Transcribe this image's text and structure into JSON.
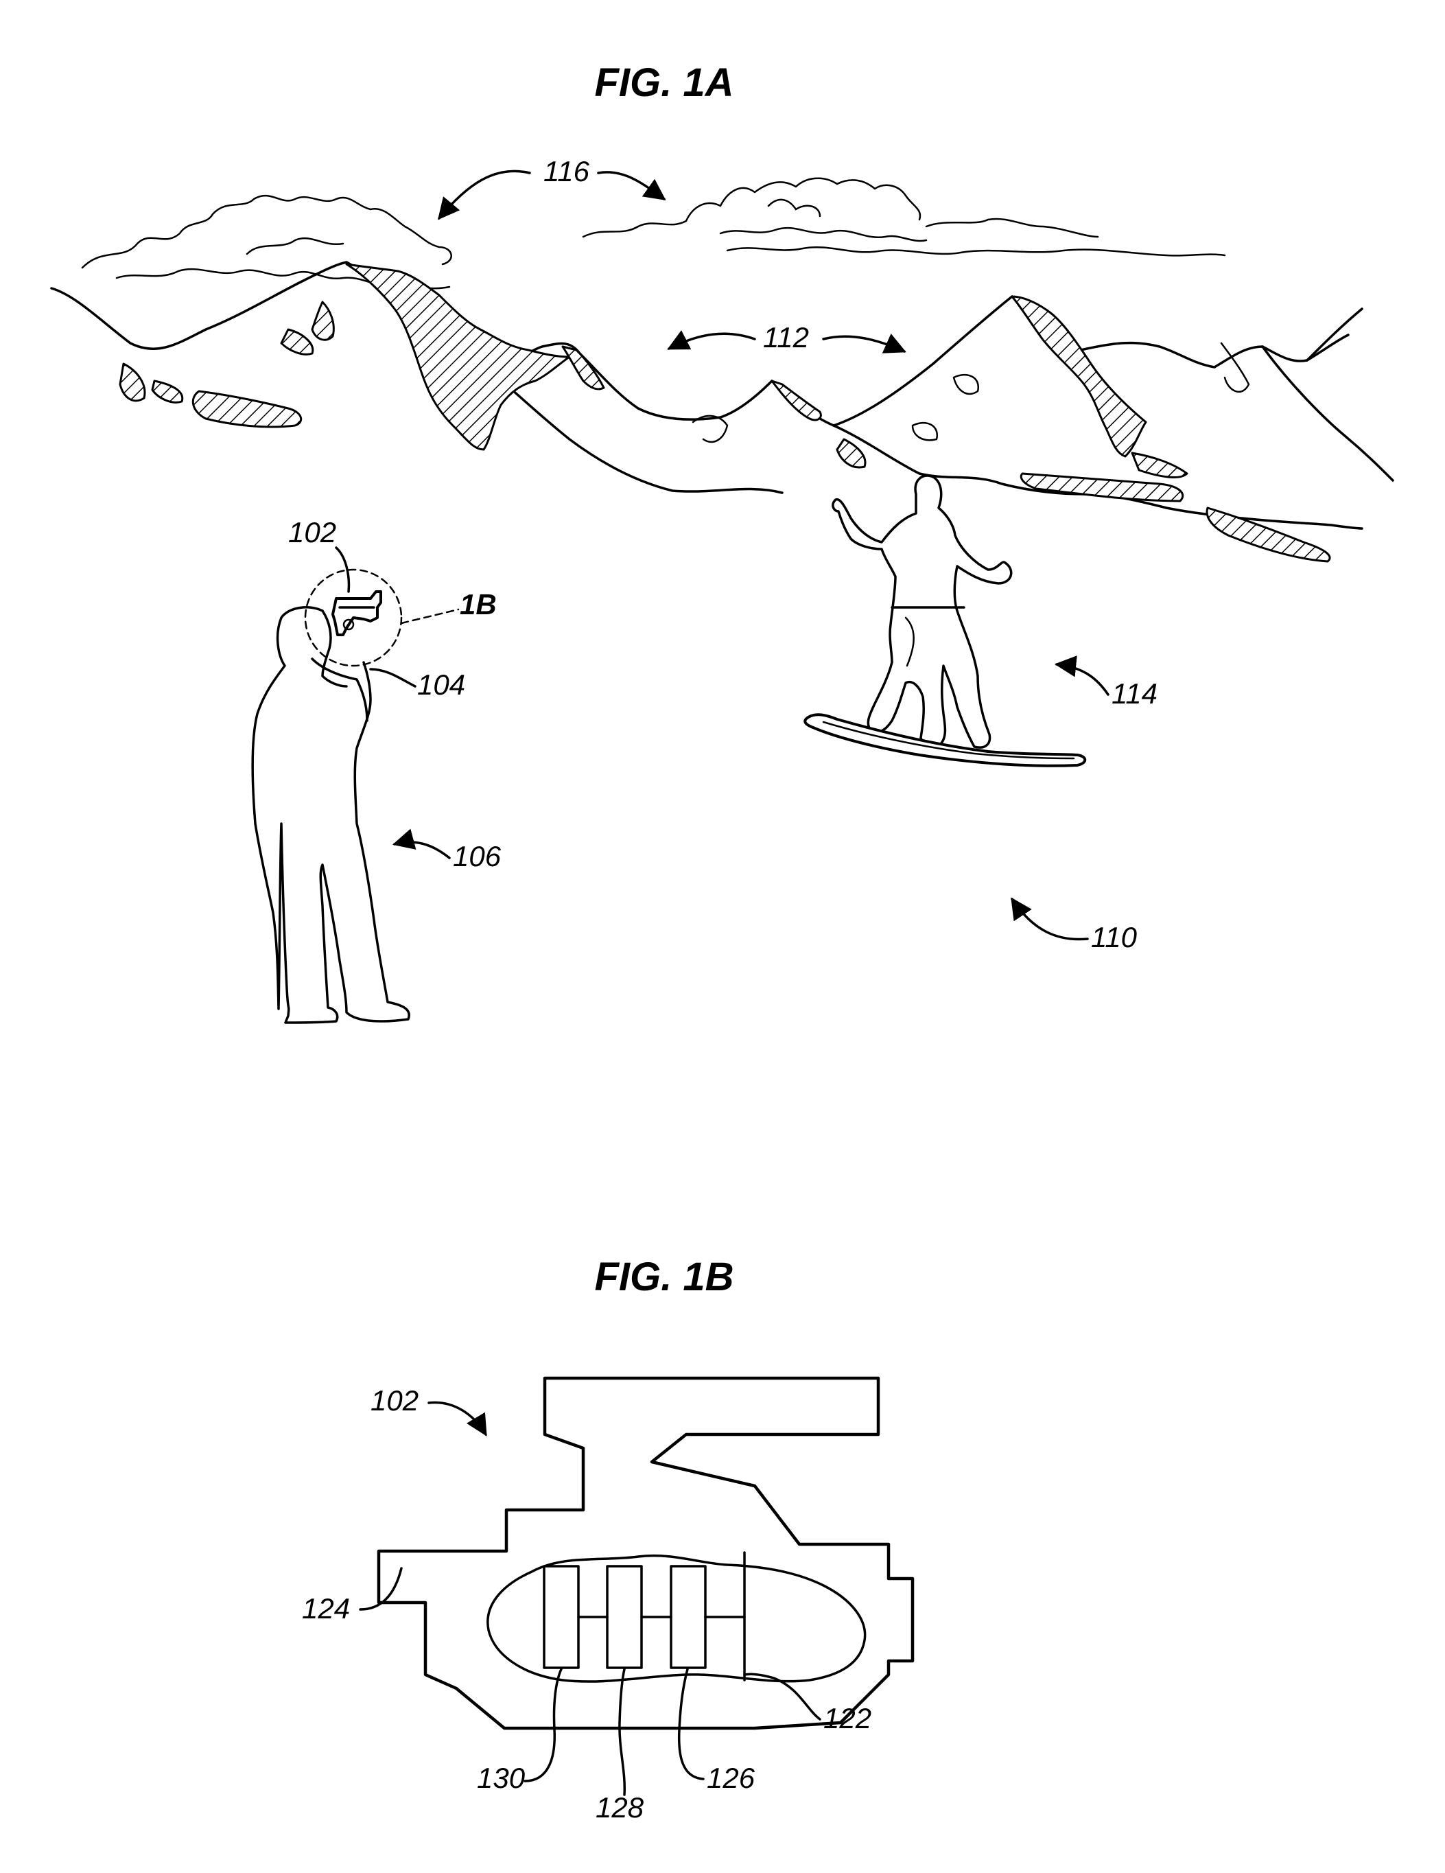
{
  "figures": {
    "fig1a": {
      "title": "FIG. 1A",
      "labels": {
        "clouds": "116",
        "mountains": "112",
        "camera": "102",
        "detail_callout": "1B",
        "hands": "104",
        "person": "106",
        "snowboarder": "114",
        "environment": "110"
      }
    },
    "fig1b": {
      "title": "FIG. 1B",
      "labels": {
        "camera": "102",
        "housing": "124",
        "board": "122",
        "component_a": "130",
        "component_b": "128",
        "component_c": "126"
      }
    }
  },
  "colors": {
    "ink": "#000000",
    "paper": "#ffffff"
  }
}
